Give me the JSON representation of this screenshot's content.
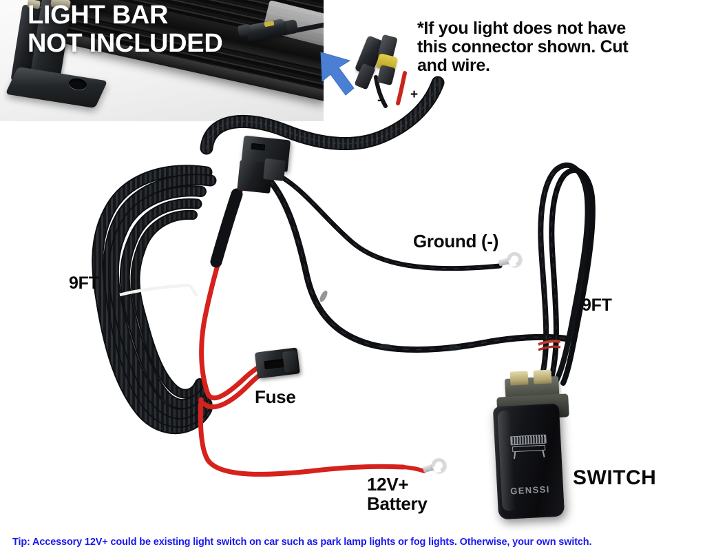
{
  "meta": {
    "background_color": "#ffffff",
    "accent_blue": "#1a18ee",
    "arrow_blue": "#4a7fd4",
    "wire_red": "#d6221c",
    "wire_black": "#101216"
  },
  "labels": {
    "light_bar_line1": "LIGHT BAR",
    "light_bar_line2": "NOT INCLUDED",
    "note_line1": "*If you light does not have",
    "note_line2": "this connector shown. Cut",
    "note_line3": "and wire.",
    "ground": "Ground (-)",
    "length_left": "9FT",
    "length_right": "9FT",
    "fuse": "Fuse",
    "battery_line1": "12V+",
    "battery_line2": "Battery",
    "switch": "SWITCH",
    "polarity_negative": "-",
    "polarity_positive": "+",
    "switch_brand": "GENSSI",
    "tip": "Tip: Accessory 12V+ could be existing light switch on car such as park lamp lights or fog lights. Otherwise, your own switch."
  },
  "components": {
    "light_bar": "led-light-bar-photo",
    "light_bar_pigtail_connector": "2-pin-waterproof-connector",
    "harness_connector_yellow_seal": "yellow-sealed-amp-connector",
    "relay_block": "relay-connector-block",
    "fuse_holder": "inline-blade-fuse-holder",
    "ground_terminal": "fork-ring-terminal",
    "battery_terminal": "fork-ring-terminal",
    "rocker_switch": "5-pin-laser-etched-rocker-switch",
    "loom": "black-corrugated-split-loom",
    "zip_tie_left": "white-zip-tie",
    "zip_tie_right": "red-zip-tie",
    "arrow": "blue-arrow-pointing-up-left"
  }
}
